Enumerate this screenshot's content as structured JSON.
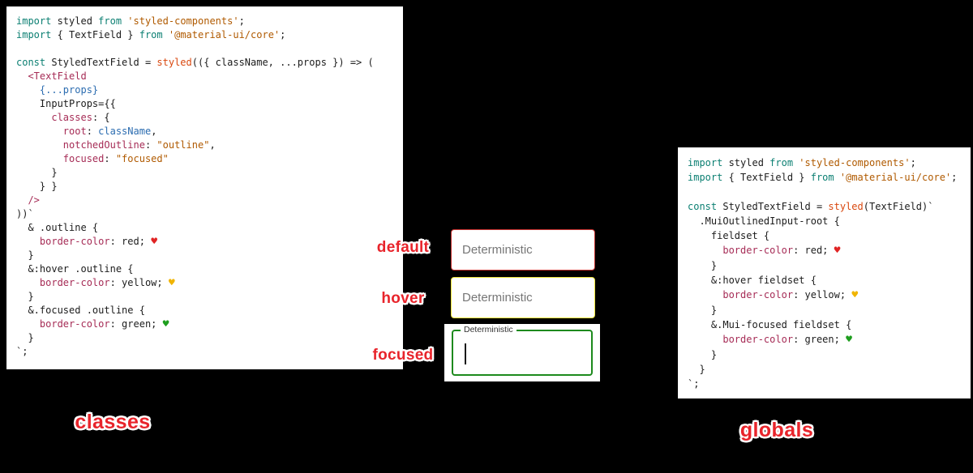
{
  "canvas": {
    "background": "#000000"
  },
  "captions": {
    "left": "classes",
    "right": "globals"
  },
  "annotation_color": "#e8242b",
  "fields": [
    {
      "annotation": "default",
      "text": "Deterministic",
      "border_color": "#c4322f"
    },
    {
      "annotation": "hover",
      "text": "Deterministic",
      "border_color": "#efe63c"
    },
    {
      "annotation": "focused",
      "text": "Deterministic",
      "border_color": "#1d8a1d"
    }
  ],
  "syntax_colors": {
    "keyword": "#0b7f72",
    "string": "#b05a00",
    "function": "#d9480f",
    "tag_attr": "#a62c56",
    "variable": "#2b6cb0",
    "plain": "#1c1c1c",
    "heart_red": "#e02424",
    "heart_yellow": "#f0b400",
    "heart_green": "#1e9e1e"
  },
  "code_left": {
    "lines": [
      [
        [
          "k",
          "import"
        ],
        [
          "p",
          " styled "
        ],
        [
          "k",
          "from"
        ],
        [
          "p",
          " "
        ],
        [
          "s",
          "'styled-components'"
        ],
        [
          "p",
          ";"
        ]
      ],
      [
        [
          "k",
          "import"
        ],
        [
          "p",
          " { TextField } "
        ],
        [
          "k",
          "from"
        ],
        [
          "p",
          " "
        ],
        [
          "s",
          "'@material-ui/core'"
        ],
        [
          "p",
          ";"
        ]
      ],
      [],
      [
        [
          "k",
          "const"
        ],
        [
          "p",
          " StyledTextField = "
        ],
        [
          "f",
          "styled"
        ],
        [
          "p",
          "(({ className, ...props }) => ("
        ]
      ],
      [
        [
          "p",
          "  "
        ],
        [
          "t",
          "<TextField"
        ]
      ],
      [
        [
          "p",
          "    "
        ],
        [
          "v",
          "{...props}"
        ]
      ],
      [
        [
          "p",
          "    InputProps={{"
        ]
      ],
      [
        [
          "p",
          "      "
        ],
        [
          "a",
          "classes"
        ],
        [
          "p",
          ": {"
        ]
      ],
      [
        [
          "p",
          "        "
        ],
        [
          "a",
          "root"
        ],
        [
          "p",
          ": "
        ],
        [
          "v",
          "className"
        ],
        [
          "p",
          ","
        ]
      ],
      [
        [
          "p",
          "        "
        ],
        [
          "a",
          "notchedOutline"
        ],
        [
          "p",
          ": "
        ],
        [
          "s",
          "\"outline\""
        ],
        [
          "p",
          ","
        ]
      ],
      [
        [
          "p",
          "        "
        ],
        [
          "a",
          "focused"
        ],
        [
          "p",
          ": "
        ],
        [
          "s",
          "\"focused\""
        ]
      ],
      [
        [
          "p",
          "      }"
        ]
      ],
      [
        [
          "p",
          "    } }"
        ]
      ],
      [
        [
          "p",
          "  "
        ],
        [
          "t",
          "/>"
        ]
      ],
      [
        [
          "p",
          "))`"
        ]
      ],
      [
        [
          "p",
          "  & .outline {"
        ]
      ],
      [
        [
          "p",
          "    "
        ],
        [
          "a",
          "border-color"
        ],
        [
          "p",
          ": red; "
        ],
        [
          "hr",
          "♥"
        ]
      ],
      [
        [
          "p",
          "  }"
        ]
      ],
      [
        [
          "p",
          "  &:hover .outline {"
        ]
      ],
      [
        [
          "p",
          "    "
        ],
        [
          "a",
          "border-color"
        ],
        [
          "p",
          ": yellow; "
        ],
        [
          "hy",
          "♥"
        ]
      ],
      [
        [
          "p",
          "  }"
        ]
      ],
      [
        [
          "p",
          "  &.focused .outline {"
        ]
      ],
      [
        [
          "p",
          "    "
        ],
        [
          "a",
          "border-color"
        ],
        [
          "p",
          ": green; "
        ],
        [
          "hg",
          "♥"
        ]
      ],
      [
        [
          "p",
          "  }"
        ]
      ],
      [
        [
          "p",
          "`;"
        ]
      ]
    ]
  },
  "code_right": {
    "lines": [
      [
        [
          "k",
          "import"
        ],
        [
          "p",
          " styled "
        ],
        [
          "k",
          "from"
        ],
        [
          "p",
          " "
        ],
        [
          "s",
          "'styled-components'"
        ],
        [
          "p",
          ";"
        ]
      ],
      [
        [
          "k",
          "import"
        ],
        [
          "p",
          " { TextField } "
        ],
        [
          "k",
          "from"
        ],
        [
          "p",
          " "
        ],
        [
          "s",
          "'@material-ui/core'"
        ],
        [
          "p",
          ";"
        ]
      ],
      [],
      [
        [
          "k",
          "const"
        ],
        [
          "p",
          " StyledTextField = "
        ],
        [
          "f",
          "styled"
        ],
        [
          "p",
          "(TextField)`"
        ]
      ],
      [
        [
          "p",
          "  .MuiOutlinedInput-root {"
        ]
      ],
      [
        [
          "p",
          "    fieldset {"
        ]
      ],
      [
        [
          "p",
          "      "
        ],
        [
          "a",
          "border-color"
        ],
        [
          "p",
          ": red; "
        ],
        [
          "hr",
          "♥"
        ]
      ],
      [
        [
          "p",
          "    }"
        ]
      ],
      [
        [
          "p",
          "    &:hover fieldset {"
        ]
      ],
      [
        [
          "p",
          "      "
        ],
        [
          "a",
          "border-color"
        ],
        [
          "p",
          ": yellow; "
        ],
        [
          "hy",
          "♥"
        ]
      ],
      [
        [
          "p",
          "    }"
        ]
      ],
      [
        [
          "p",
          "    &.Mui-focused fieldset {"
        ]
      ],
      [
        [
          "p",
          "      "
        ],
        [
          "a",
          "border-color"
        ],
        [
          "p",
          ": green; "
        ],
        [
          "hg",
          "♥"
        ]
      ],
      [
        [
          "p",
          "    }"
        ]
      ],
      [
        [
          "p",
          "  }"
        ]
      ],
      [
        [
          "p",
          "`;"
        ]
      ]
    ]
  }
}
